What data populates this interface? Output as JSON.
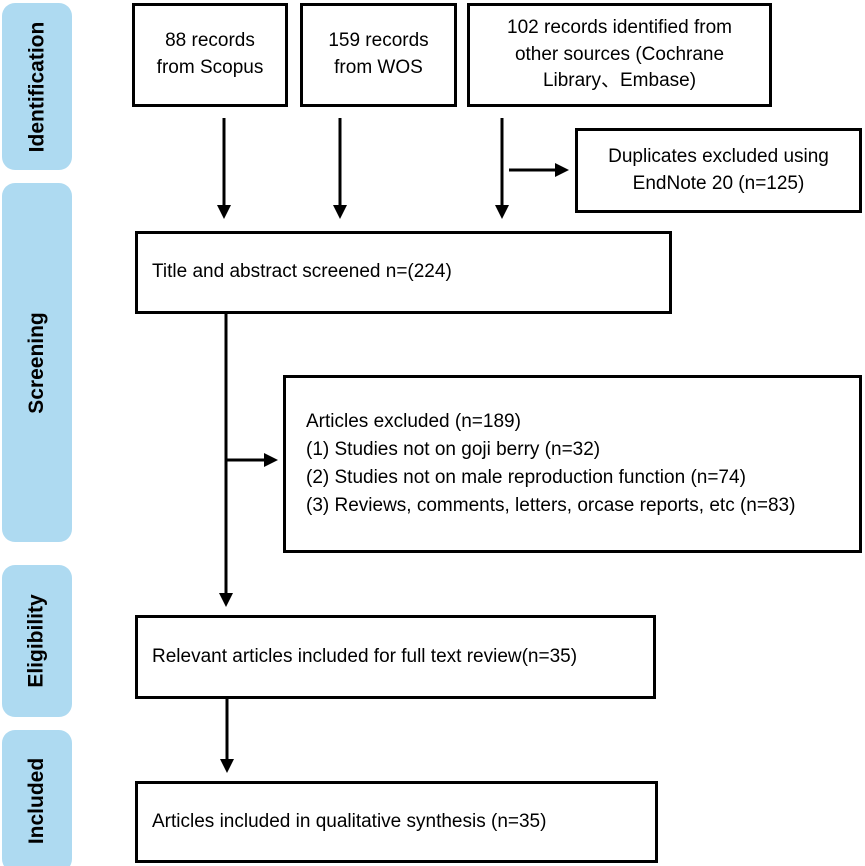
{
  "colors": {
    "stage_fill": "#AEDAF1",
    "box_border": "#000000",
    "text": "#000000",
    "background": "#FFFFFF"
  },
  "sidebar": {
    "stages": [
      {
        "label": "Identification"
      },
      {
        "label": "Screening"
      },
      {
        "label": "Eligibility"
      },
      {
        "label": "Included"
      }
    ]
  },
  "flow": {
    "sources": [
      {
        "lines": [
          "88 records",
          "from Scopus"
        ]
      },
      {
        "lines": [
          "159 records",
          "from WOS"
        ]
      },
      {
        "lines": [
          "102 records identified from",
          "other sources (Cochrane",
          "Library、Embase)"
        ]
      }
    ],
    "duplicates": {
      "lines": [
        "Duplicates excluded using",
        "EndNote 20 (n=125)"
      ]
    },
    "screened": "Title and abstract screened n=(224)",
    "excluded": {
      "title": "Articles excluded (n=189)",
      "reasons": [
        "(1) Studies not on goji berry (n=32)",
        "(2) Studies not on male reproduction function (n=74)",
        "(3) Reviews, comments, letters, orcase reports, etc (n=83)"
      ]
    },
    "full_text": "Relevant articles included for full text review(n=35)",
    "included": "Articles included in qualitative synthesis (n=35)"
  }
}
